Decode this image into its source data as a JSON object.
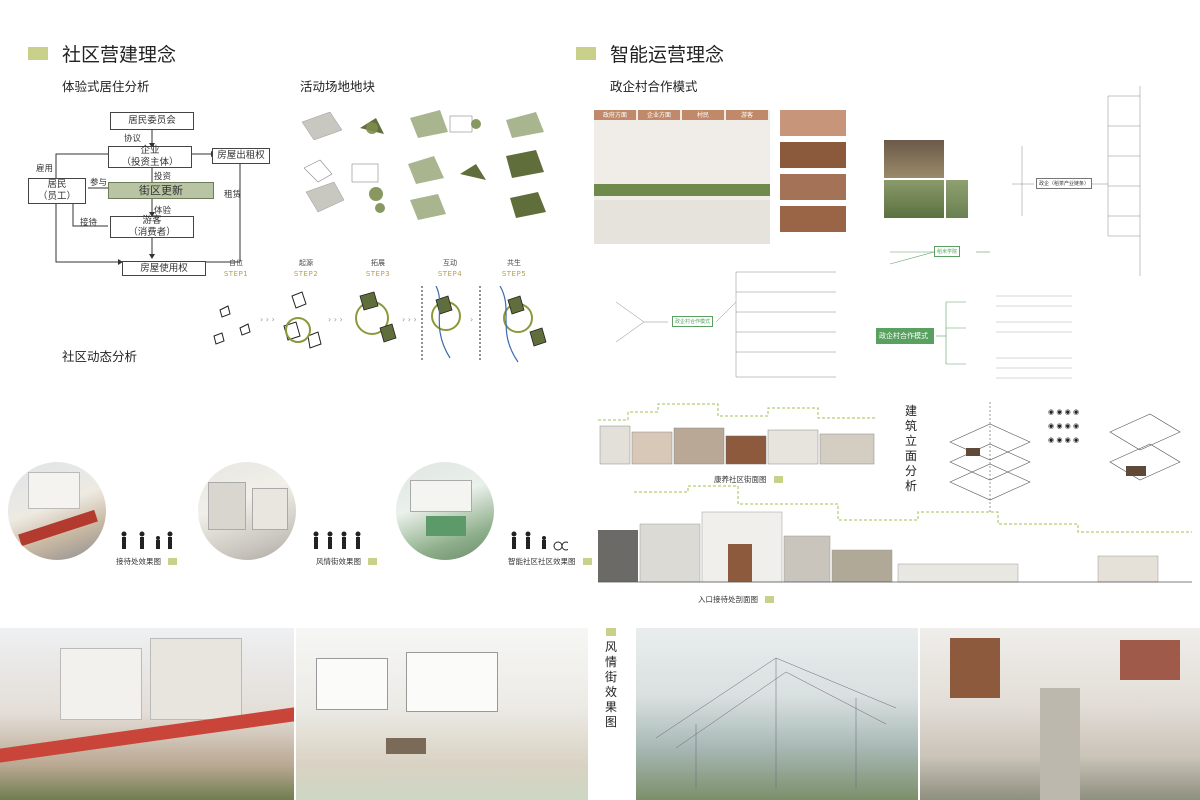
{
  "left": {
    "section_title": "社区营建理念",
    "experience_title": "体验式居住分析",
    "activity_title": "活动场地地块",
    "dynamic_title": "社区动态分析",
    "diagram": {
      "committee": "居民委员会",
      "enterprise": "企业\n（投资主体）",
      "resident": "居民\n（员工）",
      "renewal": "街区更新",
      "tourist": "游客\n（消费者）",
      "landlord": "房屋出租权",
      "usage": "房屋使用权",
      "edge_agreement": "协议",
      "edge_employ": "雇用",
      "edge_participate": "参与",
      "edge_invest": "投资",
      "edge_rent": "租赁",
      "edge_reception": "接待",
      "edge_experience": "体验"
    },
    "steps": [
      {
        "label": "自位",
        "num": "STEP1"
      },
      {
        "label": "起源",
        "num": "STEP2"
      },
      {
        "label": "拓展",
        "num": "STEP3"
      },
      {
        "label": "互动",
        "num": "STEP4"
      },
      {
        "label": "共生",
        "num": "STEP5"
      }
    ],
    "circle_captions": [
      "接待处效果图",
      "风情街效果图",
      "智能社区社区效果图"
    ]
  },
  "right": {
    "section_title": "智能运营理念",
    "coop_title": "政企村合作模式",
    "coop_node": "政企村合作模式",
    "elevation_vertical": "建筑立面分析",
    "street_vertical": "风情街效果图",
    "caption_health": "康养社区街面图",
    "caption_entrance": "入口接待处剖面图",
    "tea_industry": "政企（稻茶产业链条）",
    "rice_college": "稻米学院",
    "card_headers": [
      "政府方面",
      "企业方面",
      "村民",
      "游客"
    ]
  },
  "colors": {
    "accent": "#c9d08a",
    "olive": "#6f7d3f",
    "brown": "#8b5a3c",
    "coop_green": "#5aa061"
  }
}
